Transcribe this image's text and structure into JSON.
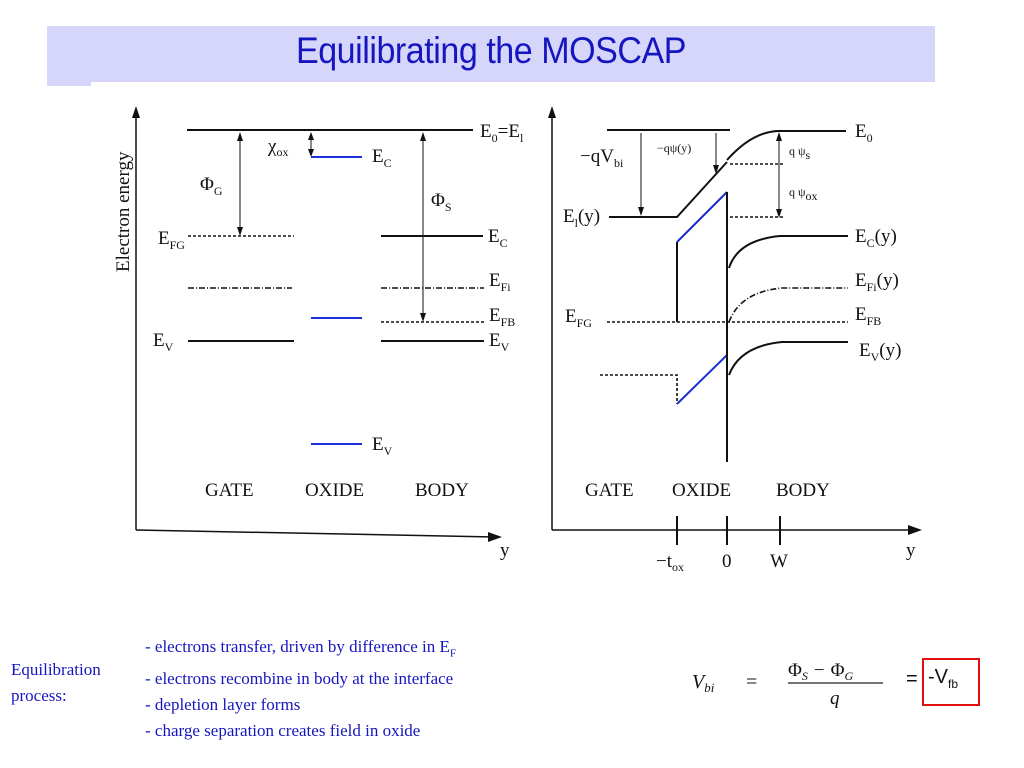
{
  "title": "Equilibrating the MOSCAP",
  "left_diagram": {
    "ylabel": "Electron energy",
    "axis_x": "y",
    "chi": "χ",
    "chi_sub": "ox",
    "phi_g": "Φ",
    "phi_g_sub": "G",
    "phi_s": "Φ",
    "phi_s_sub": "S",
    "e0_main": "E",
    "e0_sub": "0",
    "e0_eq": "=E",
    "e0_sub2": "l",
    "ec_oxide": "E",
    "ec_oxide_sub": "C",
    "efg": "E",
    "efg_sub": "FG",
    "ec_body": "E",
    "ec_body_sub": "C",
    "efi": "E",
    "efi_sub": "Fi",
    "efb": "E",
    "efb_sub": "FB",
    "ev_gate": "E",
    "ev_gate_sub": "V",
    "ev_body": "E",
    "ev_body_sub": "V",
    "ev_oxide": "E",
    "ev_oxide_sub": "V",
    "gate": "GATE",
    "oxide": "OXIDE",
    "body": "BODY"
  },
  "right_diagram": {
    "axis_x": "y",
    "qvbi": "−qV",
    "qvbi_sub": "bi",
    "qpsi_y": "−qψ(y)",
    "qpsi_s": "q ψ",
    "qpsi_s_sub": "s",
    "qpsi_ox": "q ψ",
    "qpsi_ox_sub": "ox",
    "e0": "E",
    "e0_sub": "0",
    "el": "E",
    "el_sub": "l",
    "el_arg": "(y)",
    "ec": "E",
    "ec_sub": "C",
    "ec_arg": "(y)",
    "efi": "E",
    "efi_sub": "Fi",
    "efi_arg": "(y)",
    "efg": "E",
    "efg_sub": "FG",
    "efb": "E",
    "efb_sub": "FB",
    "ev": "E",
    "ev_sub": "V",
    "ev_arg": "(y)",
    "gate": "GATE",
    "oxide": "OXIDE",
    "body": "BODY",
    "tick_tox": "−t",
    "tick_tox_sub": "ox",
    "tick_0": "0",
    "tick_w": "W"
  },
  "process_label": [
    "Equilibration",
    "process:"
  ],
  "bullets": {
    "b1": "- electrons transfer, driven by difference in E",
    "b1_sub": "F",
    "b2": "- electrons recombine in body at the interface",
    "b3": "- depletion layer forms",
    "b4": "- charge separation creates field in oxide"
  },
  "equation": {
    "lhs": "V",
    "lhs_sub": "bi",
    "equals": "=",
    "num_a": "Φ",
    "num_a_sub": "S",
    "minus": "−",
    "num_b": "Φ",
    "num_b_sub": "G",
    "den": "q",
    "equals2": "=",
    "result": "-V",
    "result_sub": "fb"
  },
  "colors": {
    "title": "#1616c0",
    "title_band": "#d6d6fb",
    "bullet_text": "#1616c0",
    "blue_lines": "#1c2fd6",
    "result_box": "#e01010"
  }
}
